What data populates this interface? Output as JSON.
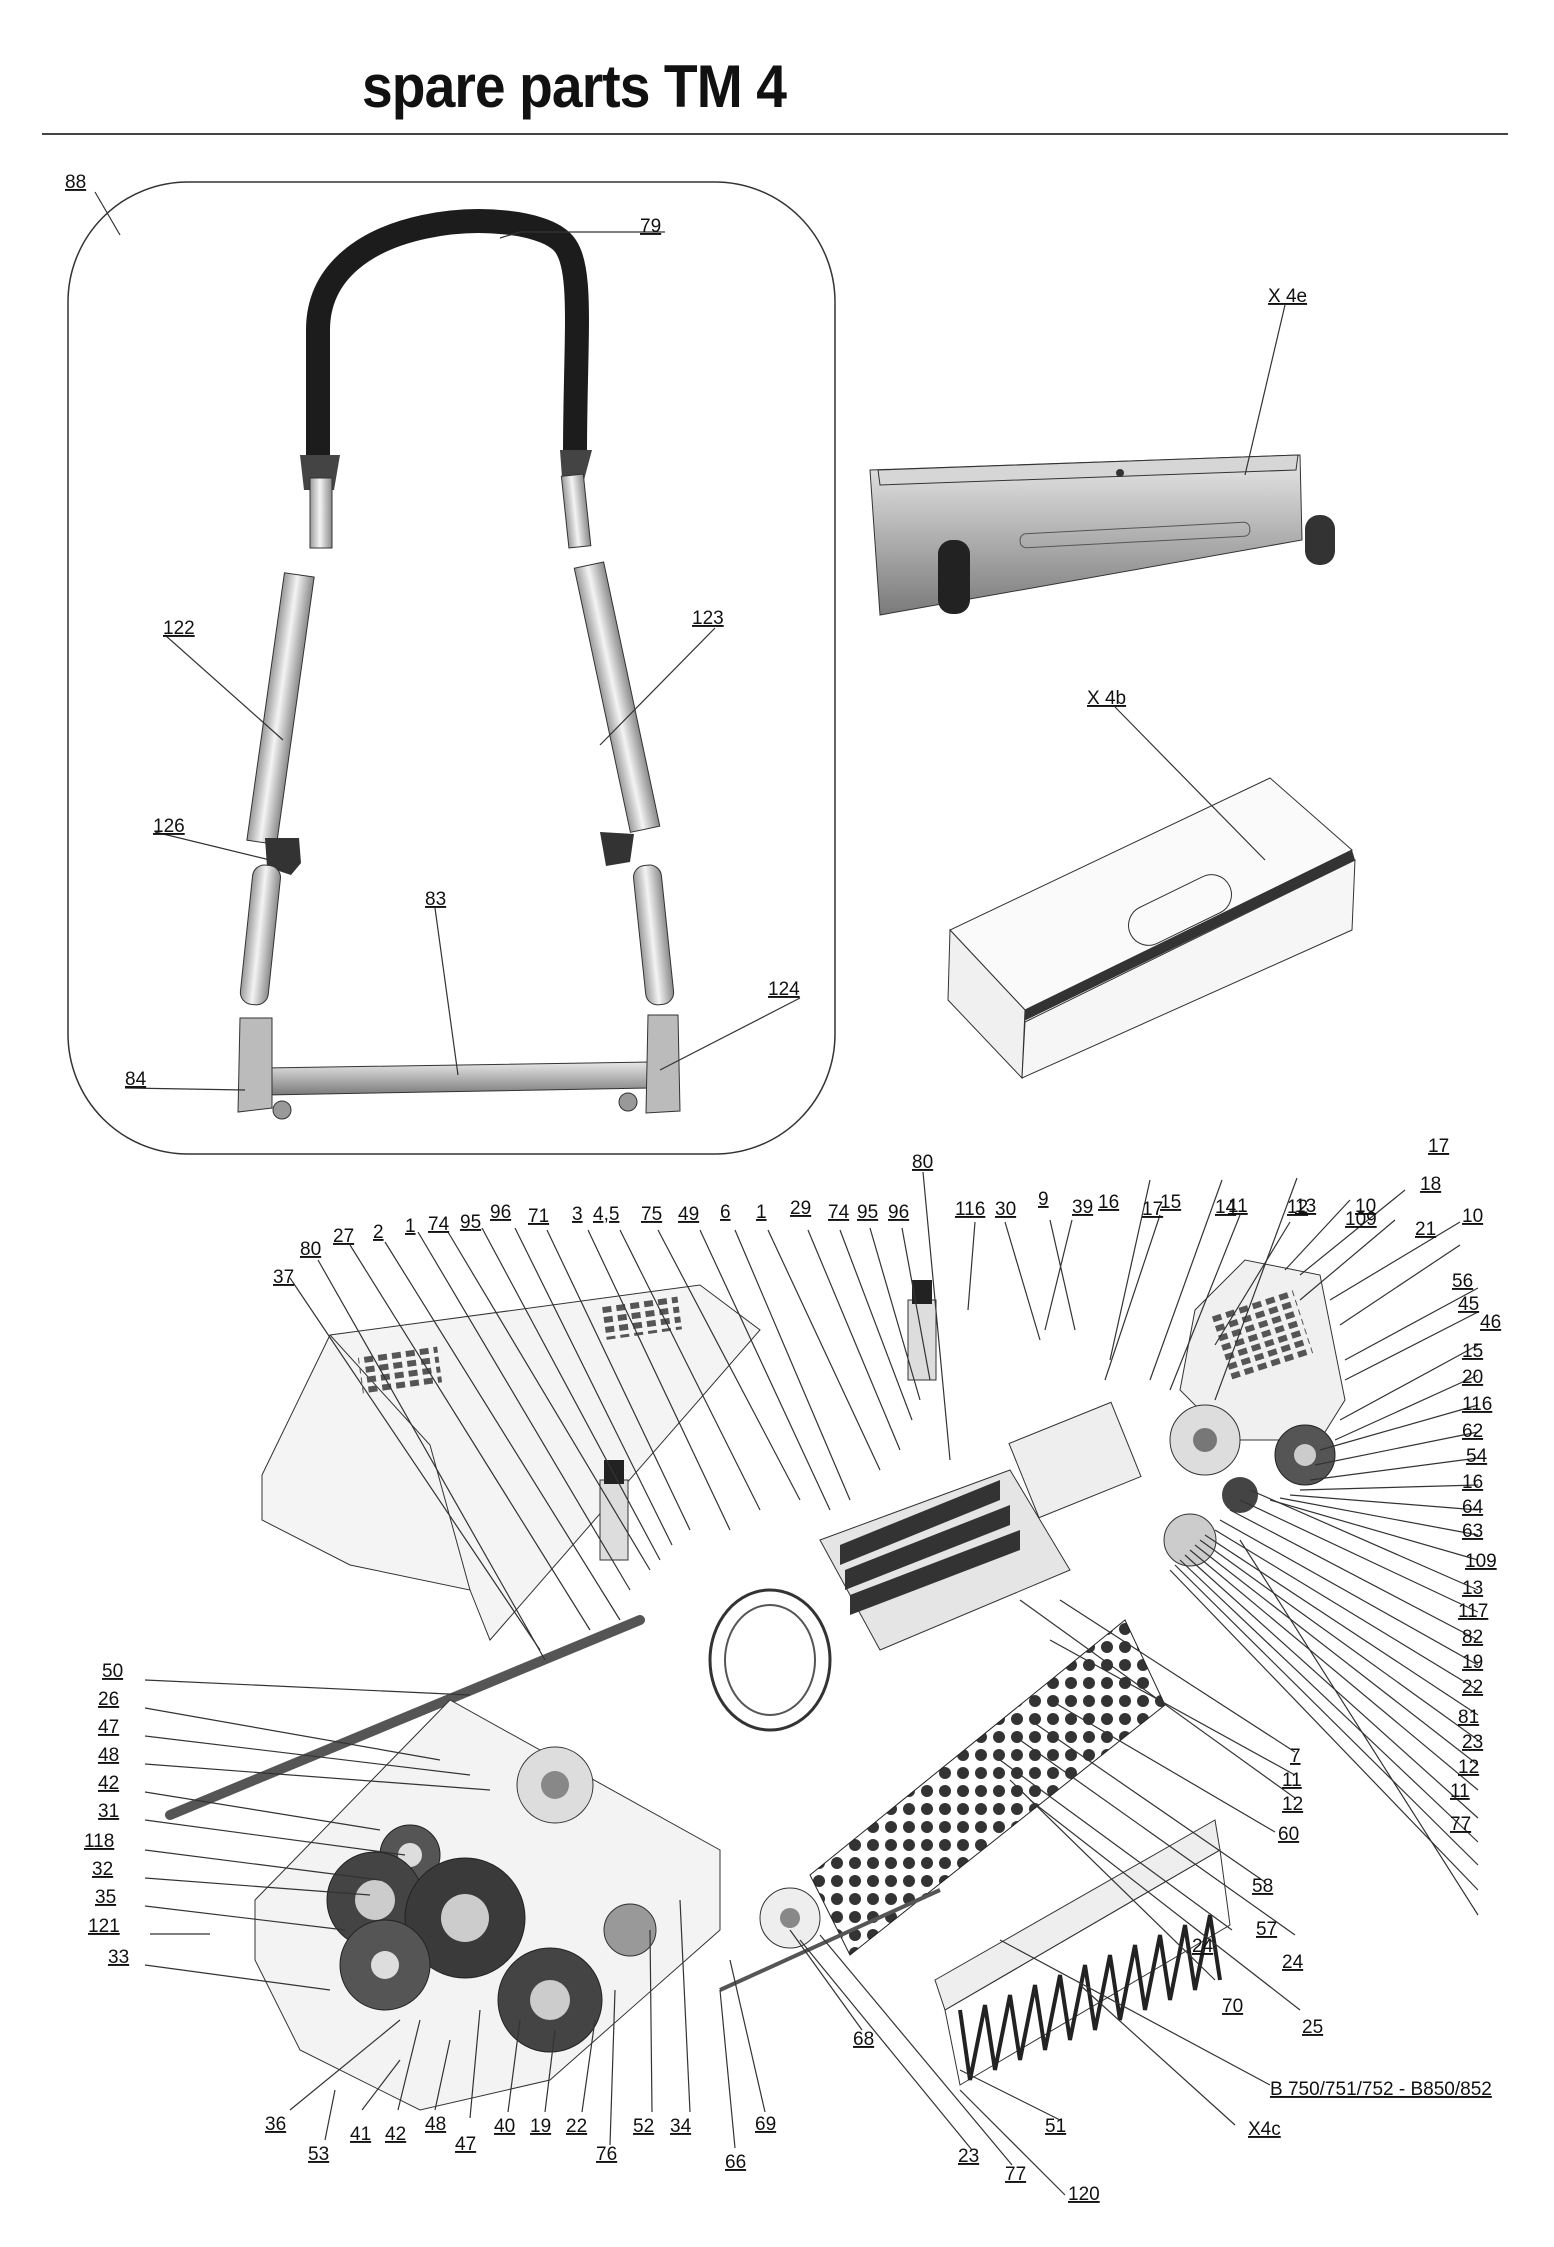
{
  "title": "spare parts TM 4",
  "labels": {
    "handle": [
      "88",
      "79",
      "122",
      "123",
      "126",
      "83",
      "124",
      "84"
    ],
    "assemblies": [
      "X 4e",
      "X 4b",
      "X4c",
      "B 750/751/752 - B850/852"
    ],
    "machine": [
      "80",
      "30",
      "39",
      "17",
      "14",
      "12",
      "109",
      "17",
      "18",
      "21",
      "10",
      "9",
      "16",
      "15",
      "11",
      "13",
      "10",
      "116",
      "80",
      "27",
      "2",
      "1",
      "74",
      "95",
      "96",
      "71",
      "3",
      "4,5",
      "75",
      "49",
      "6",
      "1",
      "29",
      "74",
      "95",
      "96",
      "37",
      "56",
      "45",
      "46",
      "15",
      "20",
      "116",
      "62",
      "54",
      "16",
      "64",
      "63",
      "109",
      "13",
      "117",
      "82",
      "19",
      "22",
      "81",
      "23",
      "12",
      "11",
      "77",
      "7",
      "11",
      "12",
      "60",
      "58",
      "57",
      "24",
      "24",
      "25",
      "70",
      "50",
      "26",
      "47",
      "48",
      "42",
      "31",
      "118",
      "32",
      "35",
      "121",
      "33",
      "36",
      "53",
      "41",
      "42",
      "48",
      "47",
      "40",
      "19",
      "22",
      "76",
      "52",
      "34",
      "66",
      "69",
      "68",
      "23",
      "77",
      "51",
      "120"
    ]
  }
}
